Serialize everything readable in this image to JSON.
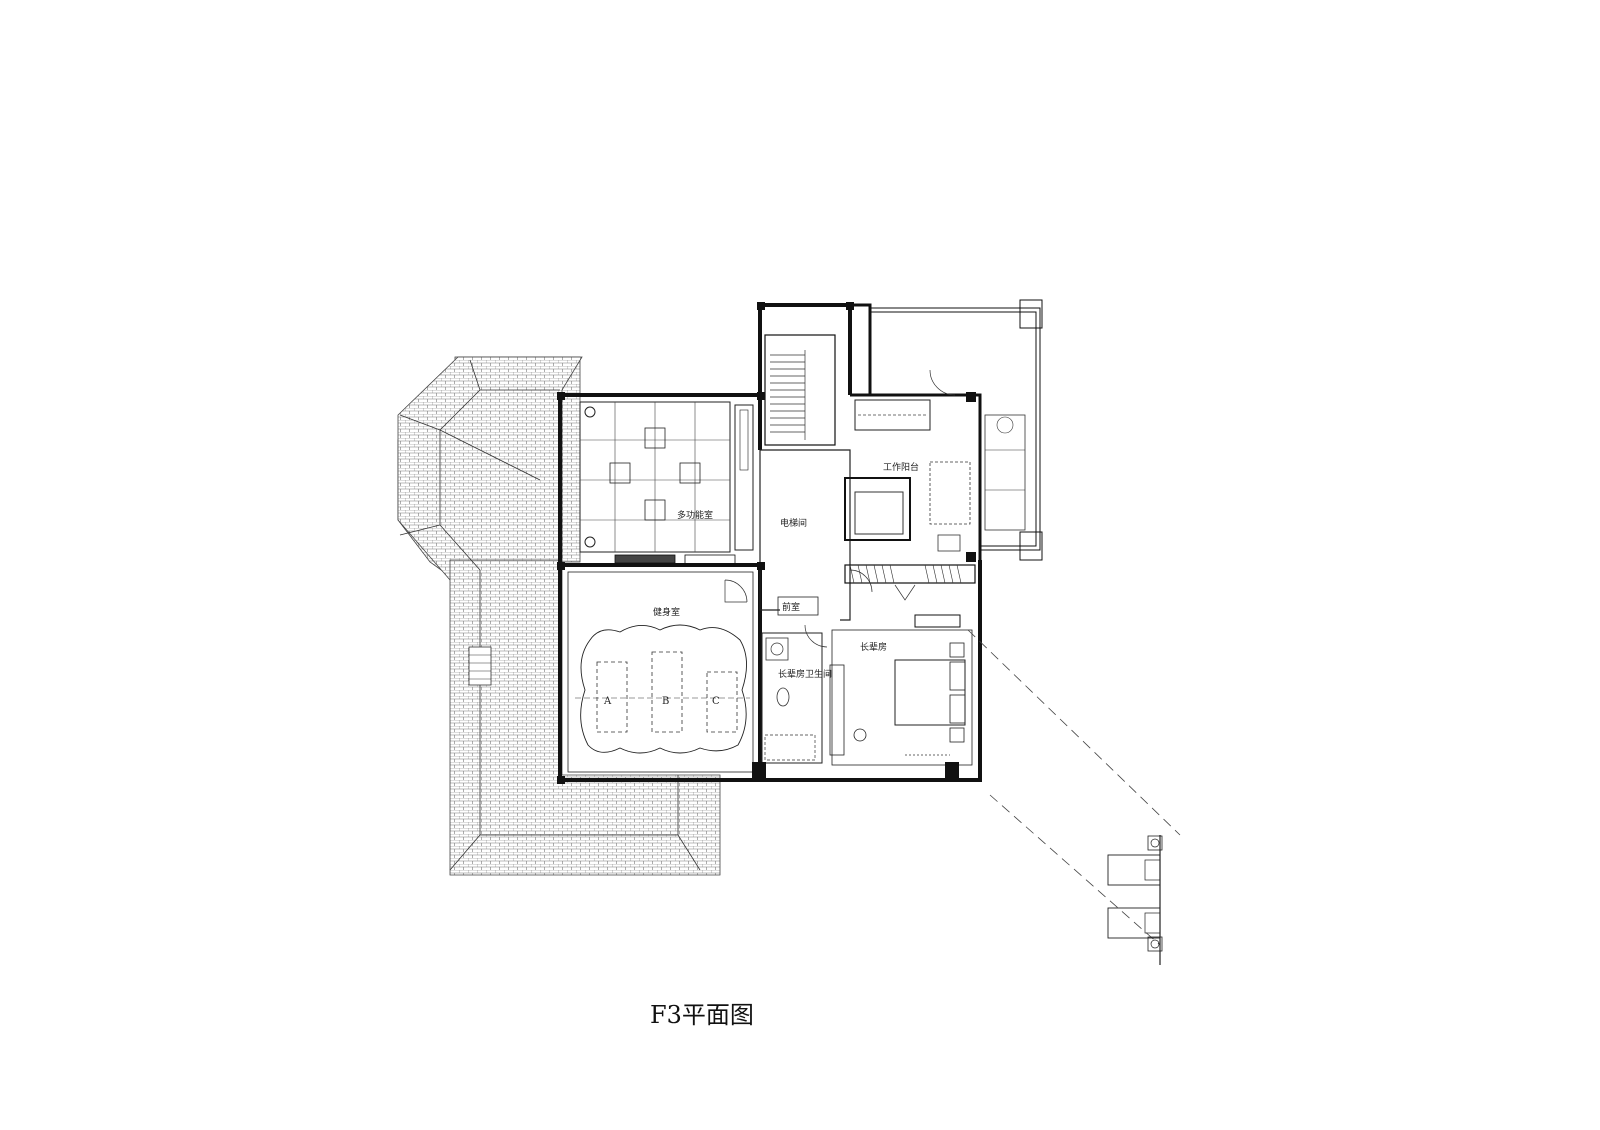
{
  "drawing": {
    "caption": "F3平面图",
    "rooms": {
      "multipurpose": "多功能室",
      "elevator_hall": "电梯间",
      "work_balcony": "工作阳台",
      "gym": "健身室",
      "anteroom": "前室",
      "guest_bedroom": "长辈房",
      "guest_bath": "长辈房卫生间"
    },
    "grid_marks": [
      "A",
      "B",
      "C"
    ]
  }
}
